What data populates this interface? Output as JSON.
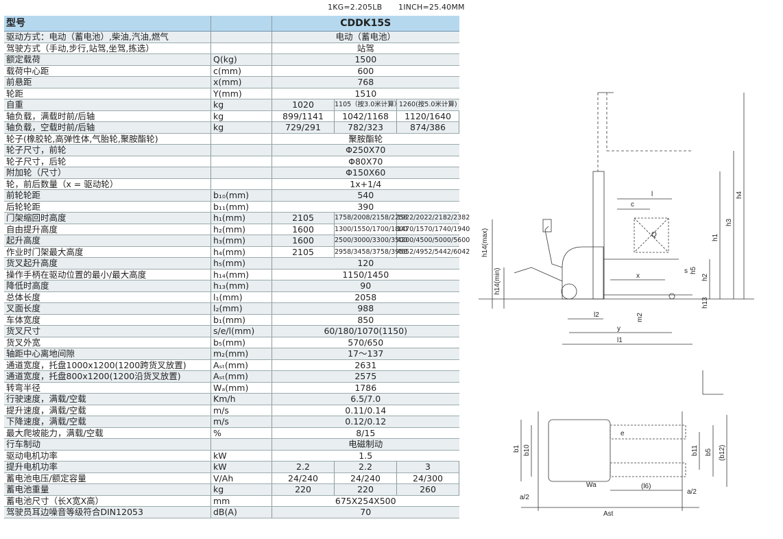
{
  "units_note": [
    "1KG=2.205LB",
    "1INCH=25.40MM"
  ],
  "header": {
    "param": "型号",
    "unit": "",
    "value": "CDDK15S"
  },
  "rows": [
    {
      "p": "驱动方式：电动（蓄电池）,柴油,汽油,燃气",
      "u": "",
      "v": [
        "电动（蓄电池）"
      ]
    },
    {
      "p": "驾驶方式（手动,步行,站驾,坐驾,拣选）",
      "u": "",
      "v": [
        "站驾"
      ]
    },
    {
      "p": "额定载荷",
      "u": "Q(kg)",
      "v": [
        "1500"
      ]
    },
    {
      "p": "载荷中心距",
      "u": "c(mm)",
      "v": [
        "600"
      ]
    },
    {
      "p": "前悬距",
      "u": "x(mm)",
      "v": [
        "768"
      ]
    },
    {
      "p": "轮距",
      "u": "Y(mm)",
      "v": [
        "1510"
      ]
    },
    {
      "p": "自重",
      "u": "kg",
      "v": [
        "1020",
        "1105（按3.0米计算）",
        "1260(按5.0米计算)"
      ]
    },
    {
      "p": "轴负载，满载时前/后轴",
      "u": "kg",
      "v": [
        "899/1141",
        "1042/1168",
        "1120/1640"
      ]
    },
    {
      "p": "轴负载，空载时前/后轴",
      "u": "kg",
      "v": [
        "729/291",
        "782/323",
        "874/386"
      ]
    },
    {
      "p": "轮子(橡胶轮,高弹性体,气胎轮,聚胺酯轮)",
      "u": "",
      "v": [
        "聚胺酯轮"
      ]
    },
    {
      "p": "轮子尺寸，前轮",
      "u": "",
      "v": [
        "Φ250X70"
      ]
    },
    {
      "p": "轮子尺寸，后轮",
      "u": "",
      "v": [
        "Φ80X70"
      ]
    },
    {
      "p": "附加轮（尺寸）",
      "u": "",
      "v": [
        "Φ150X60"
      ]
    },
    {
      "p": "轮，前后数量（x = 驱动轮）",
      "u": "",
      "v": [
        "1x+1/4"
      ]
    },
    {
      "p": "前轮轮距",
      "u": "b₁₀(mm)",
      "v": [
        "540"
      ]
    },
    {
      "p": "后轮轮距",
      "u": "b₁₁(mm)",
      "v": [
        "390"
      ]
    },
    {
      "p": "门架缩回时高度",
      "u": "h₁(mm)",
      "v": [
        "2105",
        "1758/2008/2158/2258",
        "1922/2022/2182/2382"
      ]
    },
    {
      "p": "自由提升高度",
      "u": "h₂(mm)",
      "v": [
        "1600",
        "1300/1550/1700/1800",
        "1470/1570/1740/1940"
      ]
    },
    {
      "p": "起升高度",
      "u": "h₃(mm)",
      "v": [
        "1600",
        "2500/3000/3300/3500",
        "4200/4500/5000/5600"
      ]
    },
    {
      "p": "作业时门架最大高度",
      "u": "h₄(mm)",
      "v": [
        "2105",
        "2958/3458/3758/3958",
        "4652/4952/5442/6042"
      ]
    },
    {
      "p": "货叉起升高度",
      "u": "h₅(mm)",
      "v": [
        "120"
      ]
    },
    {
      "p": "操作手柄在驱动位置的最小/最大高度",
      "u": "h₁₄(mm)",
      "v": [
        "1150/1450"
      ]
    },
    {
      "p": "降低时高度",
      "u": "h₁₃(mm)",
      "v": [
        "90"
      ]
    },
    {
      "p": "总体长度",
      "u": "l₁(mm)",
      "v": [
        "2058"
      ]
    },
    {
      "p": "叉面长度",
      "u": "l₂(mm)",
      "v": [
        "988"
      ]
    },
    {
      "p": "车体宽度",
      "u": "b₁(mm)",
      "v": [
        "850"
      ]
    },
    {
      "p": "货叉尺寸",
      "u": "s/e/l(mm)",
      "v": [
        "60/180/1070(1150)"
      ]
    },
    {
      "p": "货叉外宽",
      "u": "b₅(mm)",
      "v": [
        "570/650"
      ]
    },
    {
      "p": "轴距中心离地间隙",
      "u": "m₂(mm)",
      "v": [
        "17～137"
      ]
    },
    {
      "p": "通道宽度，托盘1000x1200(1200跨货叉放置)",
      "u": "Aₛₜ(mm)",
      "v": [
        "2631"
      ]
    },
    {
      "p": "通道宽度，托盘800x1200(1200沿货叉放置)",
      "u": "Aₛₜ(mm)",
      "v": [
        "2575"
      ]
    },
    {
      "p": "转弯半径",
      "u": "Wₐ(mm)",
      "v": [
        "1786"
      ]
    },
    {
      "p": "行驶速度，满载/空载",
      "u": "Km/h",
      "v": [
        "6.5/7.0"
      ]
    },
    {
      "p": "提升速度，满载/空载",
      "u": "m/s",
      "v": [
        "0.11/0.14"
      ]
    },
    {
      "p": "下降速度，满载/空载",
      "u": "m/s",
      "v": [
        "0.12/0.12"
      ]
    },
    {
      "p": "最大爬坡能力，满载/空载",
      "u": "%",
      "v": [
        "8/15"
      ]
    },
    {
      "p": "行车制动",
      "u": "",
      "v": [
        "电磁制动"
      ]
    },
    {
      "p": "驱动电机功率",
      "u": "kW",
      "v": [
        "1.5"
      ]
    },
    {
      "p": "提升电机功率",
      "u": "kW",
      "v": [
        "2.2",
        "2.2",
        "3"
      ]
    },
    {
      "p": "蓄电池电压/额定容量",
      "u": "V/Ah",
      "v": [
        "24/240",
        "24/240",
        "24/300"
      ]
    },
    {
      "p": "蓄电池重量",
      "u": "kg",
      "v": [
        "220",
        "220",
        "260"
      ]
    },
    {
      "p": "蓄电池尺寸（长X宽X高）",
      "u": "mm",
      "v": [
        "675X254X500"
      ]
    },
    {
      "p": "驾驶员耳边噪音等级符合DIN12053",
      "u": "dB(A)",
      "v": [
        "70"
      ]
    }
  ],
  "diagram_labels": {
    "side": [
      "l",
      "c",
      "Q",
      "h14(max)",
      "h14(min)",
      "h1",
      "h3",
      "h4",
      "h5",
      "h2",
      "h13",
      "s",
      "x",
      "l2",
      "m2",
      "y",
      "l1"
    ],
    "top": [
      "b1",
      "b10",
      "b11",
      "b5",
      "(b12)",
      "e",
      "Wa",
      "a/2",
      "(l6)",
      "a/2",
      "Ast"
    ]
  }
}
